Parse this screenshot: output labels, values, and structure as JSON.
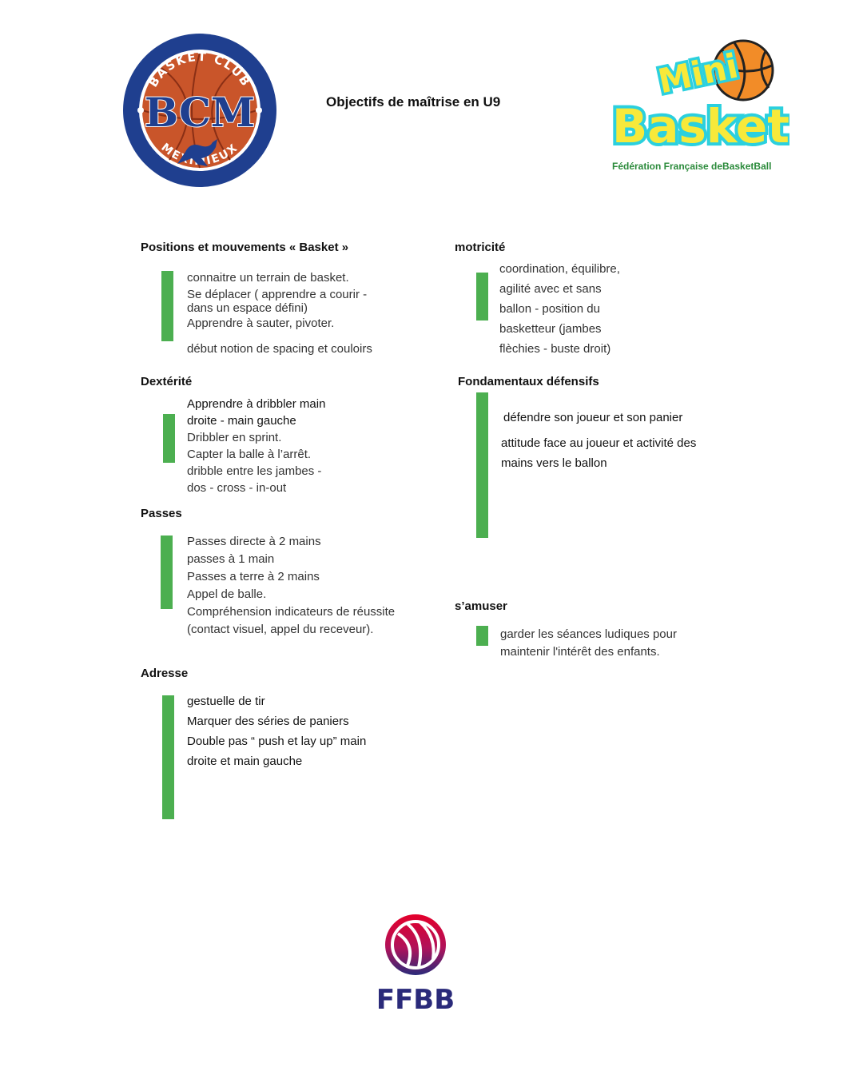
{
  "header": {
    "title": "Objectifs de maîtrise en U9",
    "bcm_logo": {
      "top_text": "BASKET CLUB",
      "initials": "BCM",
      "bottom_text": "MEXIMIEUX"
    },
    "minibasket_logo": {
      "line1": "Mini",
      "line2": "Basket",
      "caption": "Fédération Française deBasketBall"
    }
  },
  "sections": {
    "positions": {
      "heading": "Positions et mouvements « Basket »",
      "items": [
        "connaitre un terrain de basket.",
        "Se déplacer ( apprendre a courir -",
        "dans un espace défini)",
        "Apprendre à sauter, pivoter."
      ],
      "extra": "début notion de spacing et couloirs"
    },
    "motricite": {
      "heading": "motricité",
      "items": [
        "coordination, équilibre,",
        "agilité avec et sans",
        "ballon - position du",
        "basketteur (jambes",
        "flèchies - buste droit)"
      ]
    },
    "dexterite": {
      "heading": "Dextérité",
      "items_dark": [
        "Apprendre à dribbler main",
        "droite - main gauche"
      ],
      "items": [
        "Dribbler en sprint.",
        "Capter la balle à l’arrêt.",
        "dribble entre les jambes -",
        "dos - cross - in-out"
      ]
    },
    "defense": {
      "heading": "Fondamentaux défensifs",
      "item1": "défendre son joueur et son panier",
      "item2_lines": [
        "attitude face au joueur et activité des",
        "mains vers le ballon"
      ]
    },
    "passes": {
      "heading": "Passes",
      "items": [
        "Passes directe à 2 mains",
        "passes à 1 main",
        "Passes a terre à 2 mains",
        "Appel de balle.",
        "Compréhension indicateurs de réussite",
        "(contact visuel, appel du receveur)."
      ]
    },
    "samuser": {
      "heading": "s’amuser",
      "items": [
        "garder les séances ludiques pour",
        "maintenir l'intérêt des enfants."
      ]
    },
    "adresse": {
      "heading": "Adresse",
      "items": [
        "gestuelle de tir",
        "Marquer des séries de paniers",
        "Double pas “ push et lay up” main",
        "droite et main gauche"
      ]
    }
  },
  "footer": {
    "logo_text": "FFBB"
  },
  "colors": {
    "accent_bar": "#4caf50",
    "bcm_navy": "#1f3f8f",
    "bcm_orange": "#c9552a",
    "ball_orange": "#f28c28",
    "minibasket_yellow": "#f7e93a",
    "minibasket_cyan": "#2bd0de",
    "ffbb_red": "#e4002b",
    "ffbb_blue": "#2a2a7a"
  }
}
